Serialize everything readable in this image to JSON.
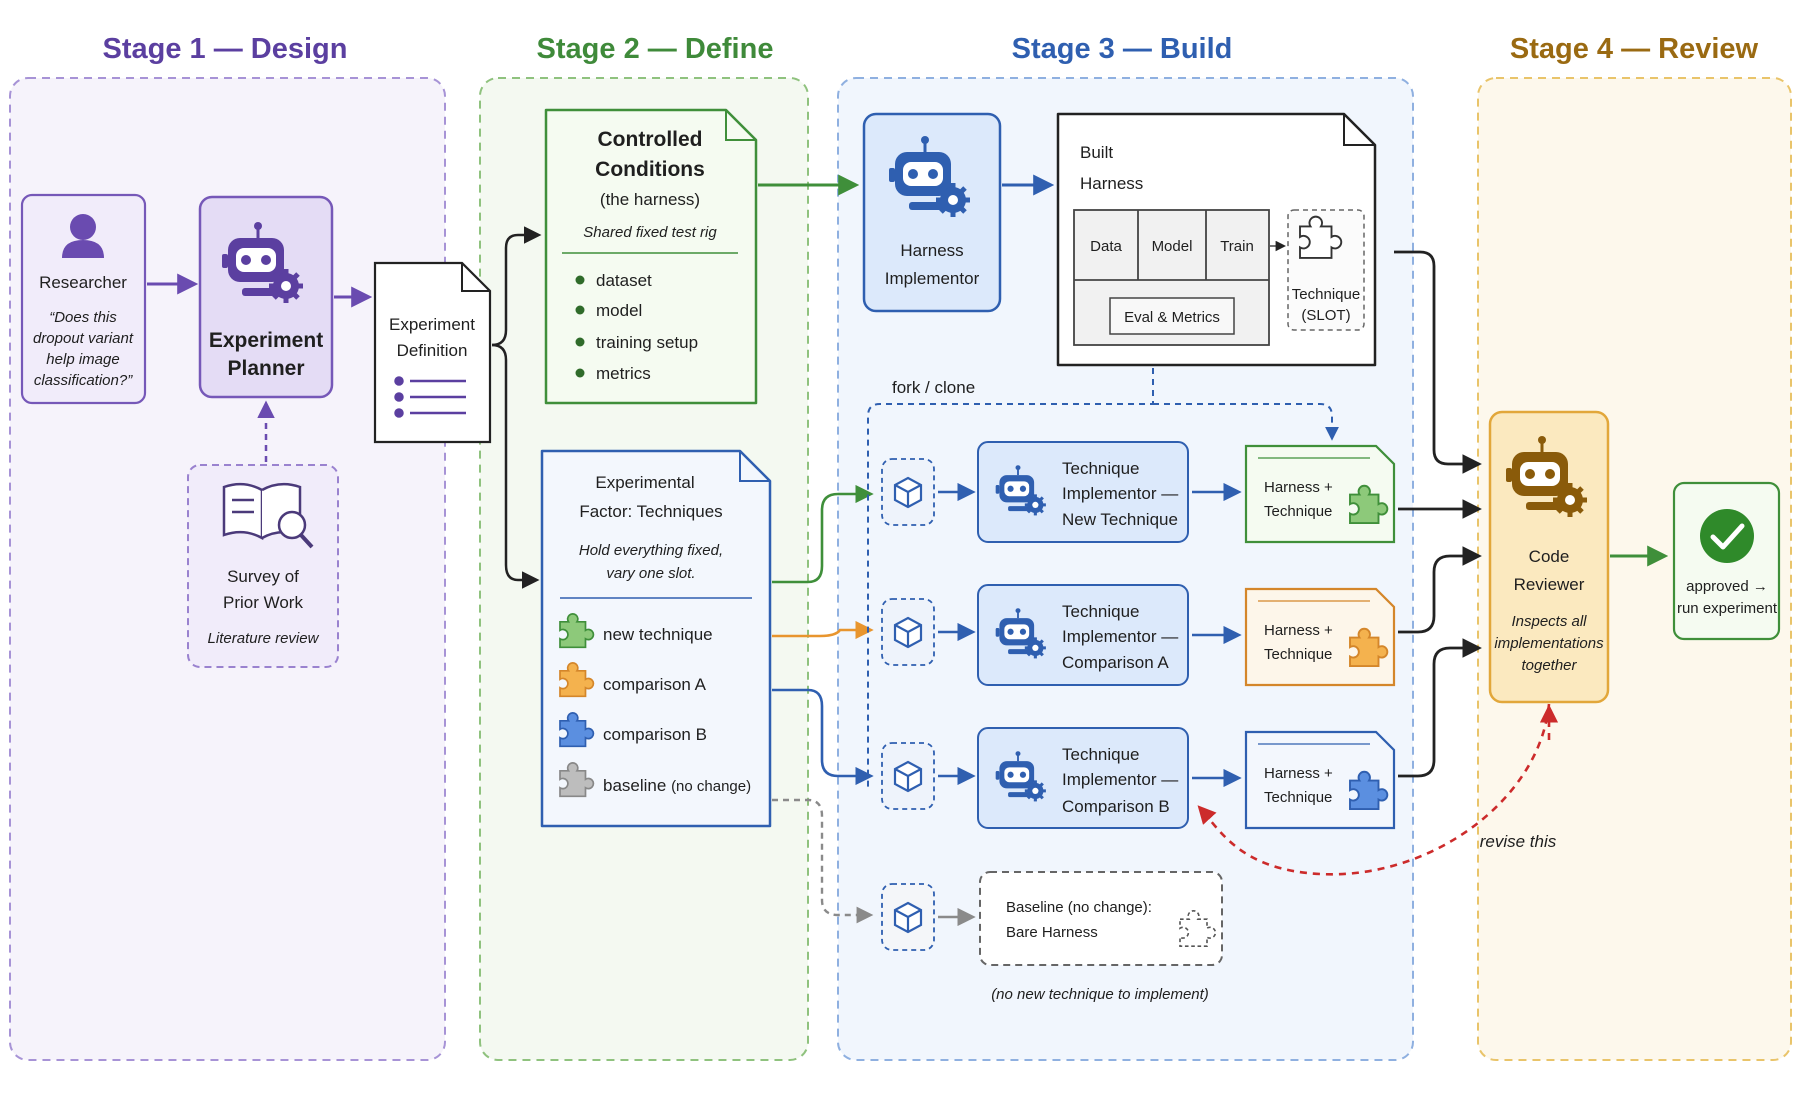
{
  "colors": {
    "stage1": "#5b3fa0",
    "stage2": "#3f8a3a",
    "stage3": "#2f5fb0",
    "stage4": "#9a6a12",
    "green": "#3f8f3a",
    "orange": "#e8952e",
    "blue": "#2f5fb0",
    "gray": "#8a8a8a",
    "red": "#cc2b2b",
    "dark": "#222222"
  },
  "stages": [
    {
      "title": "Stage 1 — Design"
    },
    {
      "title": "Stage 2 — Define"
    },
    {
      "title": "Stage 3 — Build"
    },
    {
      "title": "Stage 4 — Review"
    }
  ],
  "researcher": {
    "label": "Researcher",
    "quote": [
      "“Does this",
      "dropout variant",
      "help image",
      "classification?”"
    ],
    "icon": "person-icon"
  },
  "planner": {
    "label": [
      "Experiment",
      "Planner"
    ],
    "icon": "robot-gear-icon"
  },
  "survey": {
    "label": [
      "Survey of",
      "Prior Work"
    ],
    "sub": "Literature review",
    "icon": "book-magnifier-icon"
  },
  "definition": {
    "label": [
      "Experiment",
      "Definition"
    ],
    "icon": "list-icon"
  },
  "controlled": {
    "title": [
      "Controlled",
      "Conditions"
    ],
    "sub": "(the harness)",
    "note": "Shared fixed test rig",
    "items": [
      "dataset",
      "model",
      "training setup",
      "metrics"
    ]
  },
  "factor": {
    "title": [
      "Experimental",
      "Factor: Techniques"
    ],
    "note": [
      "Hold everything fixed,",
      "vary one slot."
    ],
    "items": [
      {
        "label": "new technique",
        "extra": ""
      },
      {
        "label": "comparison A",
        "extra": ""
      },
      {
        "label": "comparison B",
        "extra": ""
      },
      {
        "label": "baseline",
        "extra": "(no change)"
      }
    ]
  },
  "harness_implementor": {
    "label": [
      "Harness",
      "Implementor"
    ],
    "icon": "robot-gear-icon"
  },
  "built_harness": {
    "title": [
      "Built",
      "Harness"
    ],
    "cells": [
      "Data",
      "Model",
      "Train",
      "Eval & Metrics"
    ],
    "slot": [
      "Technique",
      "(SLOT)"
    ]
  },
  "fork_label": "fork / clone",
  "implementors": [
    {
      "line1": "Technique",
      "line2": "Implementor —",
      "line3": "New Technique",
      "result": [
        "Harness +",
        "Technique"
      ]
    },
    {
      "line1": "Technique",
      "line2": "Implementor —",
      "line3": "Comparison A",
      "result": [
        "Harness +",
        "Technique"
      ]
    },
    {
      "line1": "Technique",
      "line2": "Implementor —",
      "line3": "Comparison B",
      "result": [
        "Harness +",
        "Technique"
      ]
    }
  ],
  "baseline": {
    "label": [
      "Baseline (no change):",
      "Bare Harness"
    ],
    "note": "(no new technique to implement)"
  },
  "reviewer": {
    "label": [
      "Code",
      "Reviewer"
    ],
    "sub": [
      "Inspects all",
      "implementations",
      "together"
    ],
    "icon": "robot-gear-icon"
  },
  "approved": {
    "label": [
      "approved →",
      "run experiment"
    ],
    "icon": "check-circle-icon"
  },
  "revise_label": "revise this"
}
